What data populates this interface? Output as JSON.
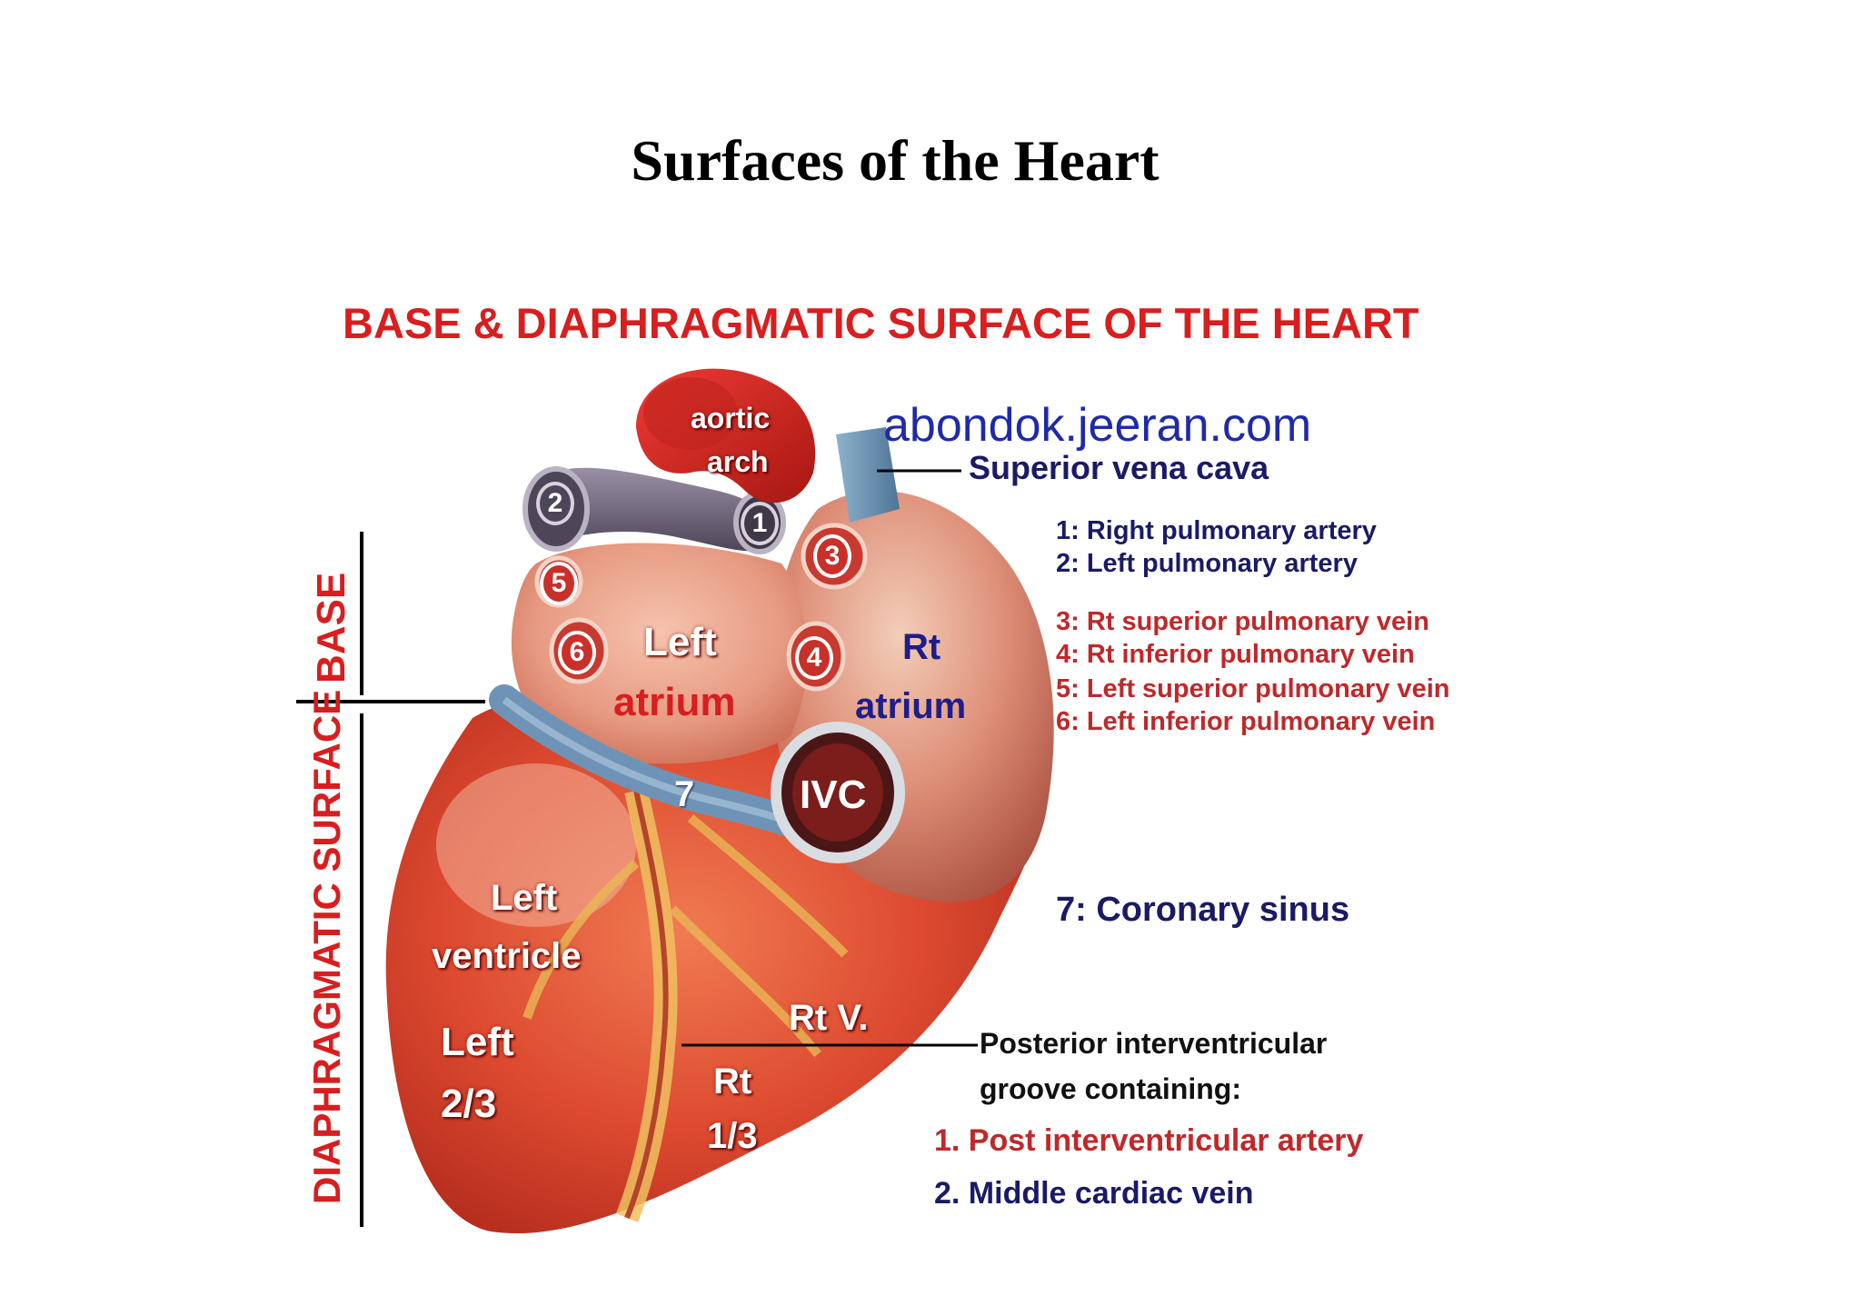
{
  "slide_title": "Surfaces of the Heart",
  "figure": {
    "heading": "BASE & DIAPHRAGMATIC SURFACE OF THE HEART",
    "watermark": "abondok.jeeran.com",
    "side_labels": {
      "base": "BASE",
      "diaphragmatic": "DIAPHRAGMATIC SURFACE"
    },
    "structure_labels": {
      "aortic_arch_line1": "aortic",
      "aortic_arch_line2": "arch",
      "left_atrium_line1": "Left",
      "left_atrium_line2": "atrium",
      "rt_atrium_line1": "Rt",
      "rt_atrium_line2": "atrium",
      "ivc": "IVC",
      "left_ventricle_line1": "Left",
      "left_ventricle_line2": "ventricle",
      "left_two_thirds_line1": "Left",
      "left_two_thirds_line2": "2/3",
      "rt_v": "Rt V.",
      "rt_one_third_line1": "Rt",
      "rt_one_third_line2": "1/3"
    },
    "numbers": [
      "1",
      "2",
      "3",
      "4",
      "5",
      "6",
      "7"
    ],
    "callouts": {
      "svc": "Superior vena cava",
      "coronary_sinus": "7: Coronary sinus",
      "groove_line1": "Posterior interventricular",
      "groove_line2": "groove containing:",
      "groove_item1": "1. Post interventricular artery",
      "groove_item2": "2. Middle cardiac vein"
    },
    "legend": {
      "arteries": [
        "1: Right pulmonary artery",
        "2: Left pulmonary artery"
      ],
      "veins": [
        "3: Rt superior pulmonary vein",
        "4: Rt inferior pulmonary vein",
        "5: Left superior pulmonary vein",
        "6: Left inferior pulmonary vein"
      ]
    },
    "colors": {
      "heading_red": "#d81e1e",
      "navy": "#1a1a66",
      "vein_red": "#c0282a",
      "heart_red": "#d8432e",
      "vessel_blue": "#5a7fa3",
      "vessel_purple": "#6a6275"
    }
  }
}
